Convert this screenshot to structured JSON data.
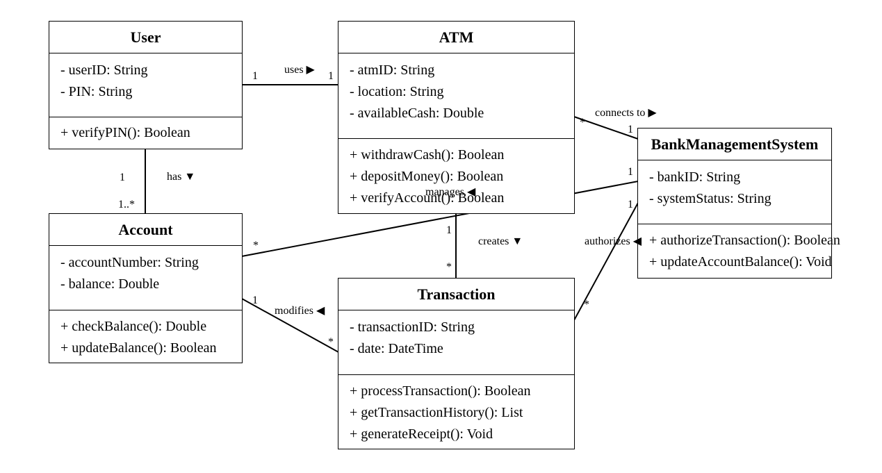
{
  "classes": {
    "user": {
      "name": "User",
      "attributes": [
        "- userID: String",
        "- PIN: String"
      ],
      "operations": [
        "+ verifyPIN(): Boolean"
      ]
    },
    "atm": {
      "name": "ATM",
      "attributes": [
        "- atmID: String",
        "- location: String",
        "- availableCash: Double"
      ],
      "operations": [
        "+ withdrawCash(): Boolean",
        "+ depositMoney(): Boolean",
        "+ verifyAccount(): Boolean"
      ]
    },
    "bank": {
      "name": "BankManagementSystem",
      "attributes": [
        "- bankID: String",
        "- systemStatus: String"
      ],
      "operations": [
        "+ authorizeTransaction(): Boolean",
        "+ updateAccountBalance(): Void"
      ]
    },
    "account": {
      "name": "Account",
      "attributes": [
        "- accountNumber: String",
        "- balance: Double"
      ],
      "operations": [
        "+ checkBalance(): Double",
        "+ updateBalance(): Boolean"
      ]
    },
    "transaction": {
      "name": "Transaction",
      "attributes": [
        "- transactionID: String",
        "- date: DateTime"
      ],
      "operations": [
        "+ processTransaction(): Boolean",
        "+ getTransactionHistory(): List",
        "+ generateReceipt(): Void"
      ]
    }
  },
  "associations": {
    "uses": {
      "label": "uses ▶",
      "from_mult": "1",
      "to_mult": "1"
    },
    "has": {
      "label": "has ▼",
      "from_mult": "1",
      "to_mult": "1..*"
    },
    "connects": {
      "label": "connects to ▶",
      "from_mult": "*",
      "to_mult": "1"
    },
    "manages": {
      "label": "manages ◀",
      "from_mult": "1",
      "to_mult": "*"
    },
    "creates": {
      "label": "creates ▼",
      "from_mult": "1",
      "to_mult": "*"
    },
    "modifies": {
      "label": "modifies ◀",
      "from_mult": "1",
      "to_mult": "*"
    },
    "authorizes": {
      "label": "authorizes ◀",
      "from_mult": "1",
      "to_mult": "*"
    }
  }
}
